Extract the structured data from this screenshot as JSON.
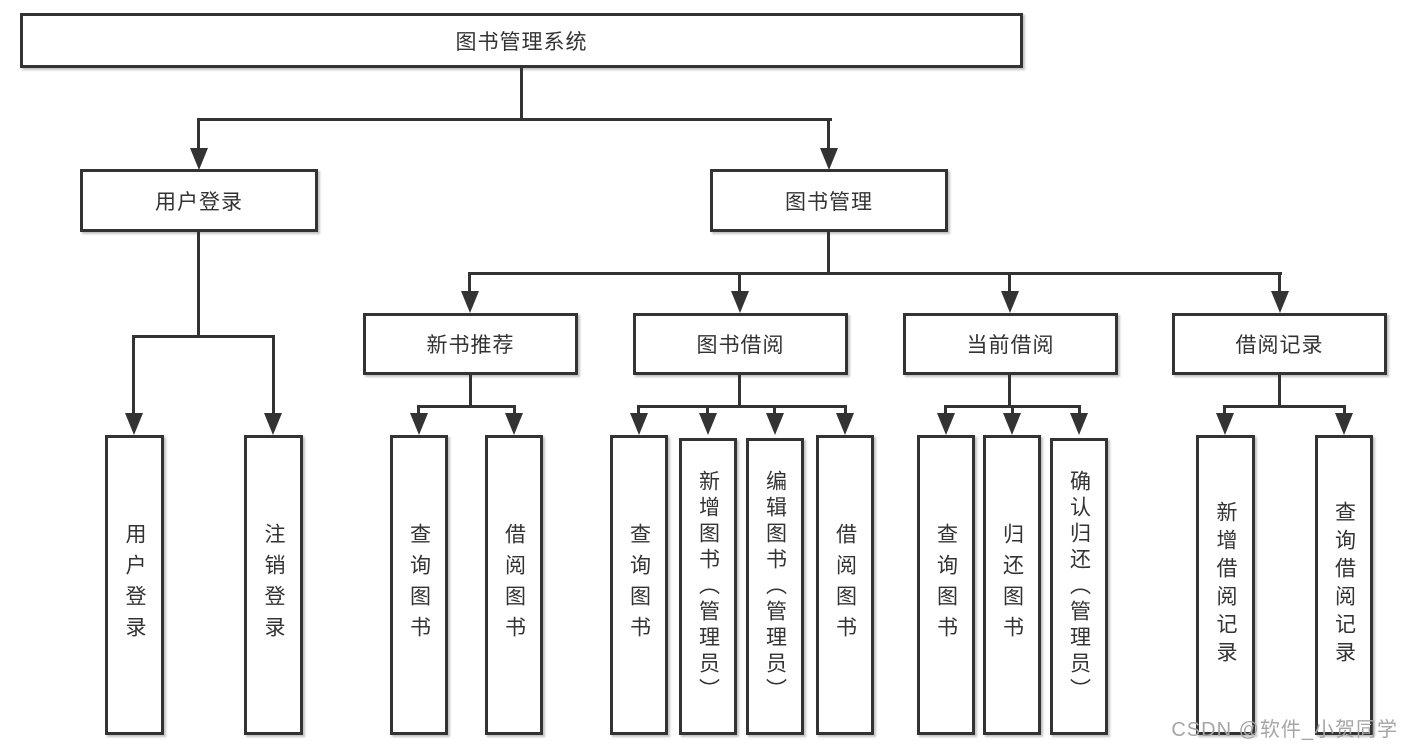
{
  "colors": {
    "line": "#333333",
    "text": "#333333",
    "watermark": "#a6a6a6",
    "background": "#ffffff"
  },
  "tree": {
    "root": "图书管理系统",
    "user_login": {
      "label": "用户登录",
      "children": [
        "用户登录",
        "注销登录"
      ]
    },
    "book_management": {
      "label": "图书管理",
      "sections": [
        {
          "label": "新书推荐",
          "children": [
            "查询图书",
            "借阅图书"
          ]
        },
        {
          "label": "图书借阅",
          "children": [
            "查询图书",
            "新增图书（管理员）",
            "编辑图书（管理员）",
            "借阅图书"
          ]
        },
        {
          "label": "当前借阅",
          "children": [
            "查询图书",
            "归还图书",
            "确认归还（管理员）"
          ]
        },
        {
          "label": "借阅记录",
          "children": [
            "新增借阅记录",
            "查询借阅记录"
          ]
        }
      ]
    }
  },
  "watermark": "CSDN @软件_小贺同学"
}
